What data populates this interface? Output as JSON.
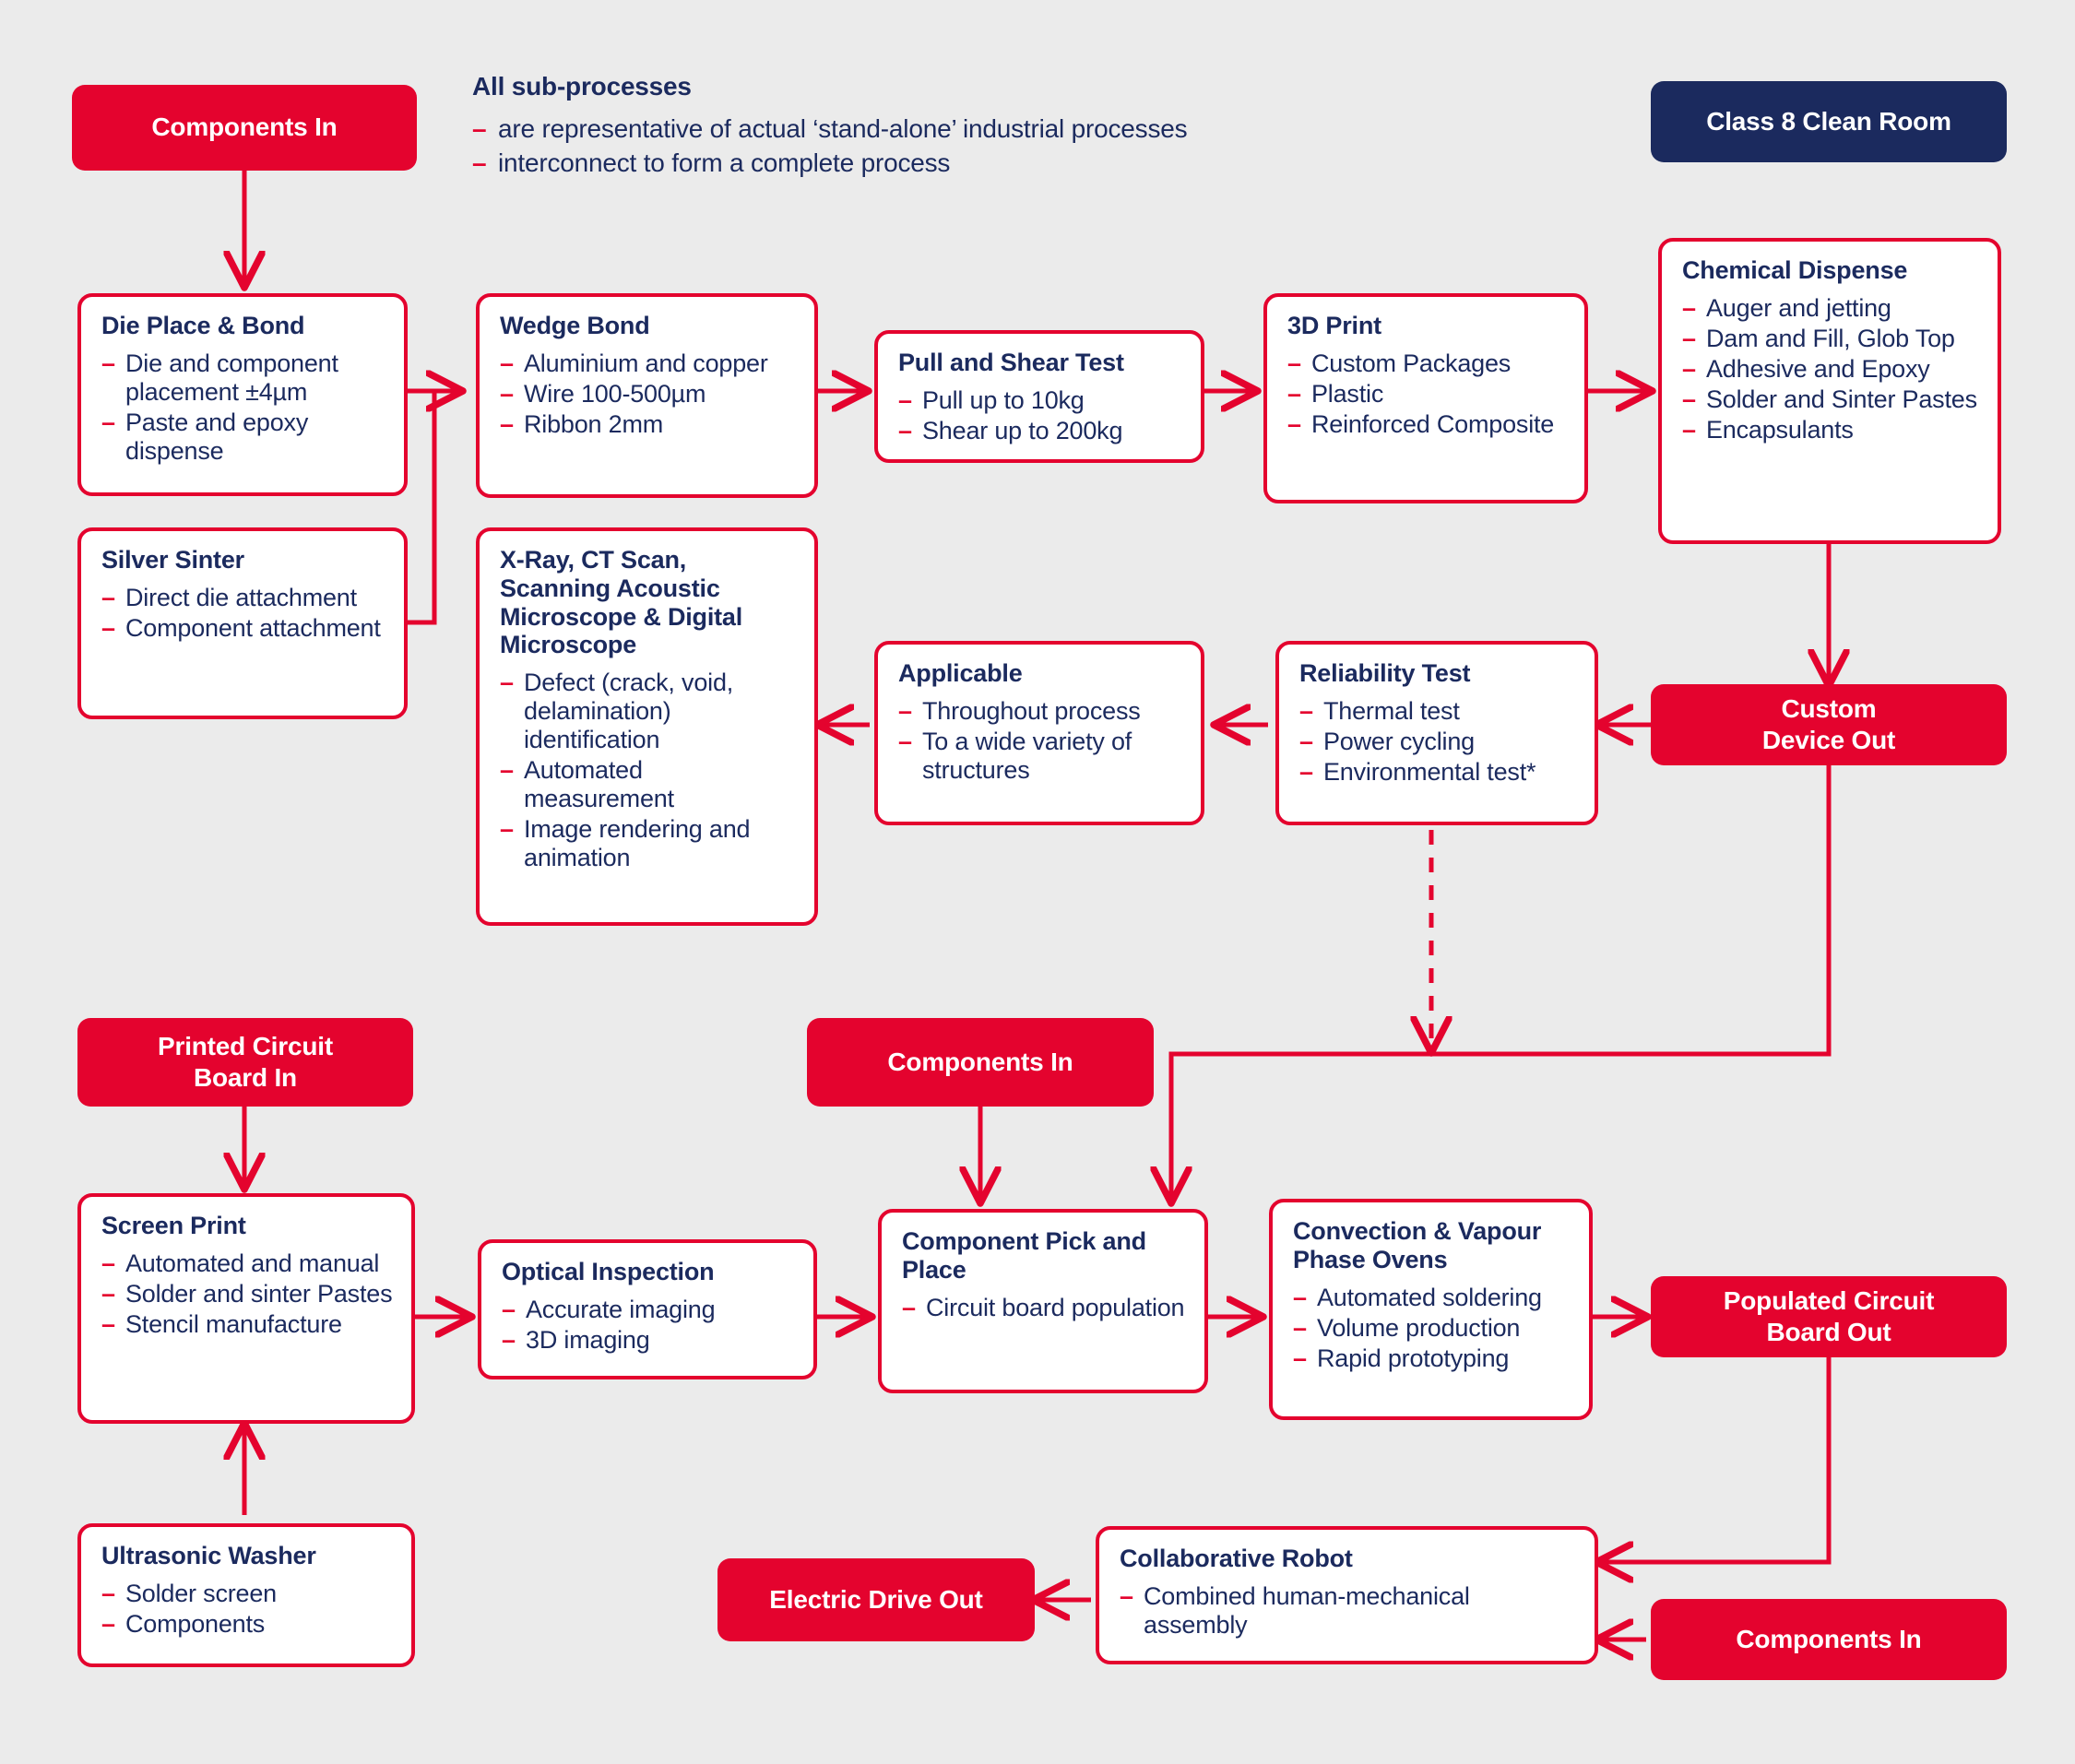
{
  "theme": {
    "background": "#ebebeb",
    "accent_red": "#e4032e",
    "navy": "#1b2a5e",
    "card_background": "#ffffff"
  },
  "legend": {
    "title": "All sub-processes",
    "items": [
      "are representative of actual ‘stand-alone’ industrial processes",
      "interconnect to form a complete process"
    ]
  },
  "terminals": {
    "components_in_top": "Components In",
    "clean_room": "Class 8 Clean Room",
    "custom_device_out": "Custom\nDevice Out",
    "pcb_in": "Printed Circuit\nBoard In",
    "components_in_mid": "Components In",
    "populated_pcb_out": "Populated Circuit\nBoard Out",
    "electric_drive_out": "Electric Drive Out",
    "components_in_bottom": "Components In"
  },
  "nodes": [
    {
      "id": "die-place-bond",
      "title": "Die Place & Bond",
      "items": [
        "Die and component placement ±4µm",
        "Paste and epoxy dispense"
      ]
    },
    {
      "id": "silver-sinter",
      "title": "Silver Sinter",
      "items": [
        "Direct die attachment",
        "Component attachment"
      ]
    },
    {
      "id": "wedge-bond",
      "title": "Wedge Bond",
      "items": [
        "Aluminium and copper",
        "Wire 100-500µm",
        "Ribbon 2mm"
      ]
    },
    {
      "id": "xray-ct-scan",
      "title": "X-Ray, CT Scan, Scanning Acoustic Microscope & Digital Microscope",
      "items": [
        "Defect (crack, void, delamination) identification",
        "Automated measurement",
        "Image rendering and animation"
      ]
    },
    {
      "id": "pull-shear-test",
      "title": "Pull and Shear Test",
      "items": [
        "Pull up to 10kg",
        "Shear up to 200kg"
      ]
    },
    {
      "id": "applicable",
      "title": "Applicable",
      "items": [
        "Throughout process",
        "To a wide variety of structures"
      ]
    },
    {
      "id": "3d-print",
      "title": "3D Print",
      "items": [
        "Custom Packages",
        "Plastic",
        "Reinforced Composite"
      ]
    },
    {
      "id": "reliability-test",
      "title": "Reliability Test",
      "items": [
        "Thermal test",
        "Power cycling",
        "Environmental test*"
      ]
    },
    {
      "id": "chemical-dispense",
      "title": "Chemical Dispense",
      "items": [
        "Auger and jetting",
        "Dam and Fill, Glob Top",
        "Adhesive and Epoxy",
        "Solder and Sinter Pastes",
        "Encapsulants"
      ]
    },
    {
      "id": "screen-print",
      "title": "Screen Print",
      "items": [
        "Automated and manual",
        "Solder and sinter Pastes",
        "Stencil manufacture"
      ]
    },
    {
      "id": "ultrasonic-washer",
      "title": "Ultrasonic Washer",
      "items": [
        "Solder screen",
        "Components"
      ]
    },
    {
      "id": "optical-inspection",
      "title": "Optical Inspection",
      "items": [
        "Accurate imaging",
        "3D imaging"
      ]
    },
    {
      "id": "component-pick-place",
      "title": "Component Pick and Place",
      "items": [
        "Circuit board population"
      ]
    },
    {
      "id": "convection-ovens",
      "title": "Convection & Vapour Phase Ovens",
      "items": [
        "Automated soldering",
        "Volume production",
        "Rapid prototyping"
      ]
    },
    {
      "id": "collaborative-robot",
      "title": "Collaborative Robot",
      "items": [
        "Combined human-mechanical assembly"
      ]
    }
  ]
}
